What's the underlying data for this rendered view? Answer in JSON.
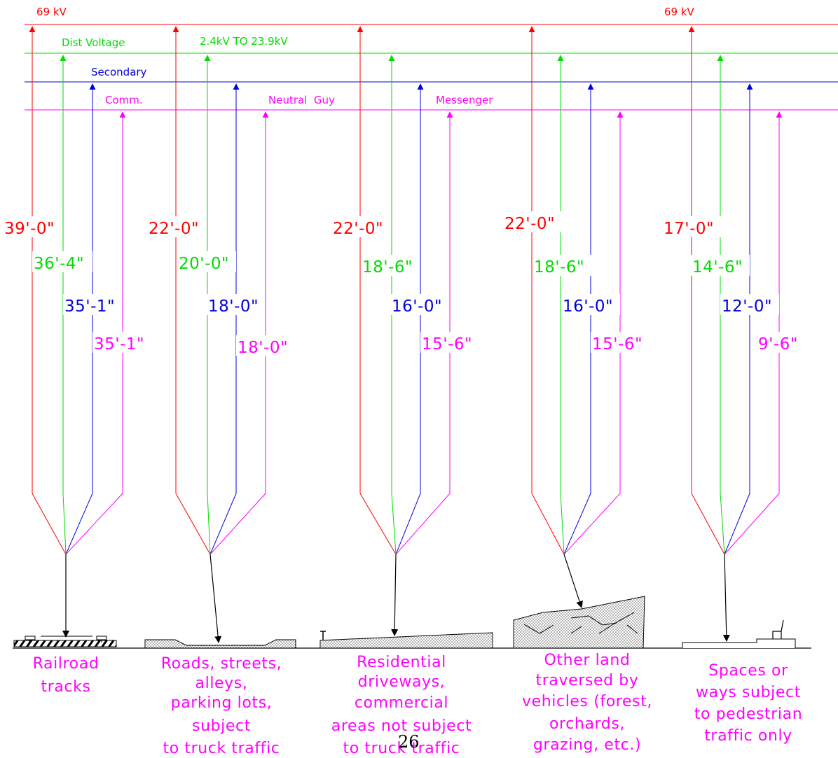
{
  "colors": {
    "transmission": "#ff0000",
    "distribution": "#00dd00",
    "secondary": "#0000dd",
    "communication": "#ff00ff",
    "ground": "#000000"
  },
  "line_labels": {
    "kv_left": "69 kV",
    "kv_right": "69 kV",
    "dist_voltage": "Dist Voltage",
    "dist_range": "2.4kV TO 23.9kV",
    "secondary": "Secondary",
    "comm": "Comm.",
    "neutral_guy": "Neutral  Guy",
    "messenger": "Messenger"
  },
  "columns": [
    {
      "clearances": [
        "39'-0\"",
        "36'-4\"",
        "35'-1\"",
        "35'-1\""
      ],
      "caption": [
        "Railroad",
        "tracks"
      ],
      "ground_icon": "railroad-tracks"
    },
    {
      "clearances": [
        "22'-0\"",
        "20'-0\"",
        "18'-0\"",
        "18'-0\""
      ],
      "caption": [
        "Roads, streets,",
        "alleys,",
        "parking lots,",
        "subject",
        "to truck traffic"
      ],
      "ground_icon": "road-section"
    },
    {
      "clearances": [
        "22'-0\"",
        "18'-6\"",
        "16'-0\"",
        "15'-6\""
      ],
      "caption": [
        "Residential",
        "driveways,",
        "commercial",
        "areas not subject",
        "to truck traffic"
      ],
      "ground_icon": "driveway-slope"
    },
    {
      "clearances": [
        "22'-0\"",
        "18'-6\"",
        "16'-0\"",
        "15'-6\""
      ],
      "caption": [
        "Other land",
        "traversed by",
        "vehicles (forest,",
        "orchards,",
        "grazing, etc.)"
      ],
      "ground_icon": "rocky-terrain"
    },
    {
      "clearances": [
        "17'-0\"",
        "14'-6\"",
        "12'-0\"",
        "9'-6\""
      ],
      "caption": [
        "Spaces or",
        "ways subject",
        "to pedestrian",
        "traffic only"
      ],
      "ground_icon": "sidewalk-bench"
    }
  ],
  "page_number": "26"
}
